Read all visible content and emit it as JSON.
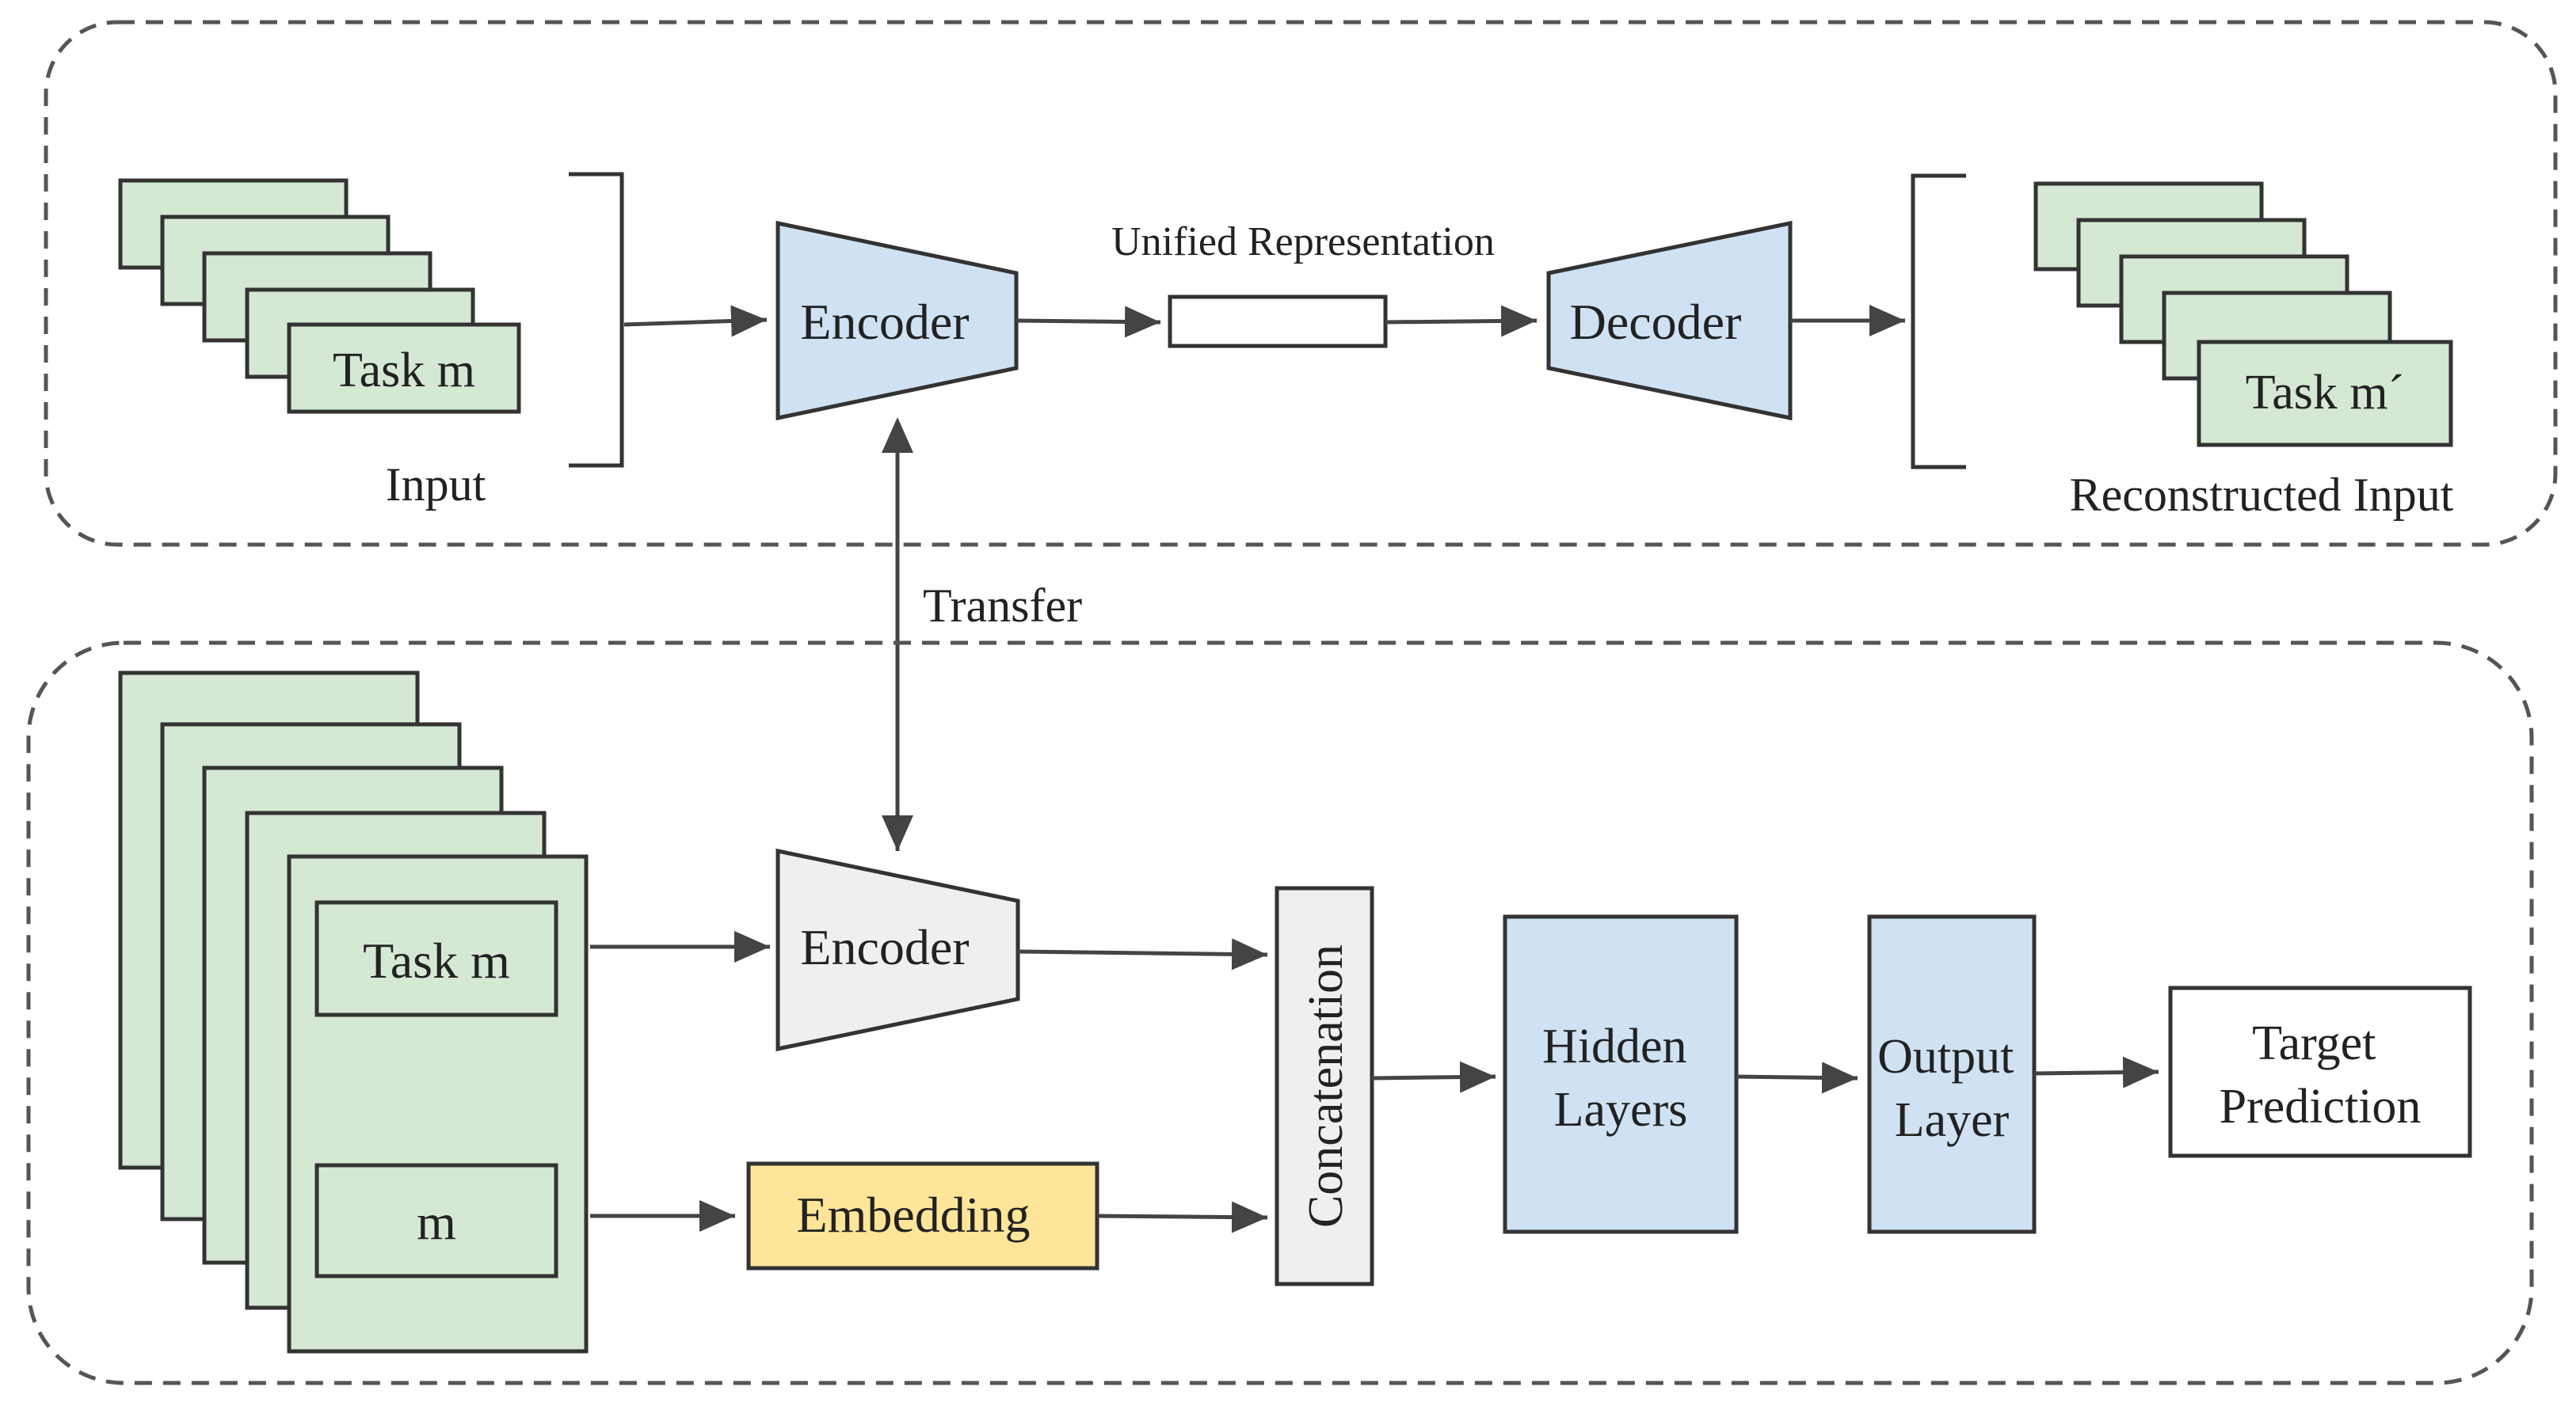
{
  "colors": {
    "task_green": "#d5e8d4",
    "encoder_blue": "#cfe2f3",
    "encoder_gray": "#efefef",
    "embedding_yellow": "#ffe599",
    "stroke": "#333333"
  },
  "pretraining": {
    "input_task_label": "Task m",
    "input_label": "Input",
    "encoder_label": "Encoder",
    "unified_representation_label": "Unified Representation",
    "decoder_label": "Decoder",
    "reconstructed_task_label": "Task m´",
    "reconstructed_input_label": "Reconstructed Input"
  },
  "transfer_label": "Transfer",
  "downstream": {
    "task_label": "Task m",
    "m_label": "m",
    "encoder_label": "Encoder",
    "embedding_label": "Embedding",
    "concatenation_label": "Concatenation",
    "hidden_layers_line1": "Hidden",
    "hidden_layers_line2": "Layers",
    "output_layer_line1": "Output",
    "output_layer_line2": "Layer",
    "target_prediction_line1": "Target",
    "target_prediction_line2": "Prediction"
  }
}
